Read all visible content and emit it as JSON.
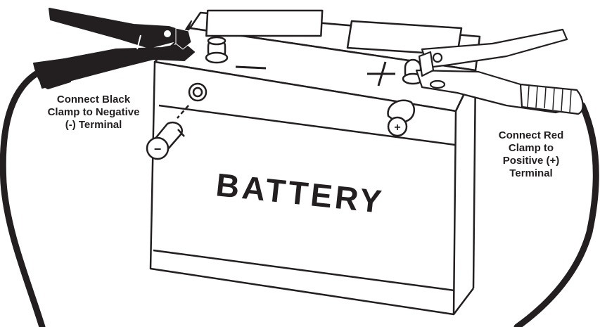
{
  "battery": {
    "label": "BATTERY",
    "top_negative_sign": "—",
    "top_positive_sign": "+",
    "front_negative_sign": "−",
    "front_positive_sign": "+"
  },
  "callouts": {
    "black": {
      "line1": "Connect Black",
      "line2": "Clamp to Negative",
      "line3": "(-) Terminal"
    },
    "red": {
      "line1": "Connect Red",
      "line2": "Clamp to",
      "line3": "Positive (+)",
      "line4": "Terminal"
    }
  },
  "colors": {
    "ink": "#231f20",
    "black_clamp": "#231f20",
    "red_clamp_fill": "#ffffff"
  }
}
